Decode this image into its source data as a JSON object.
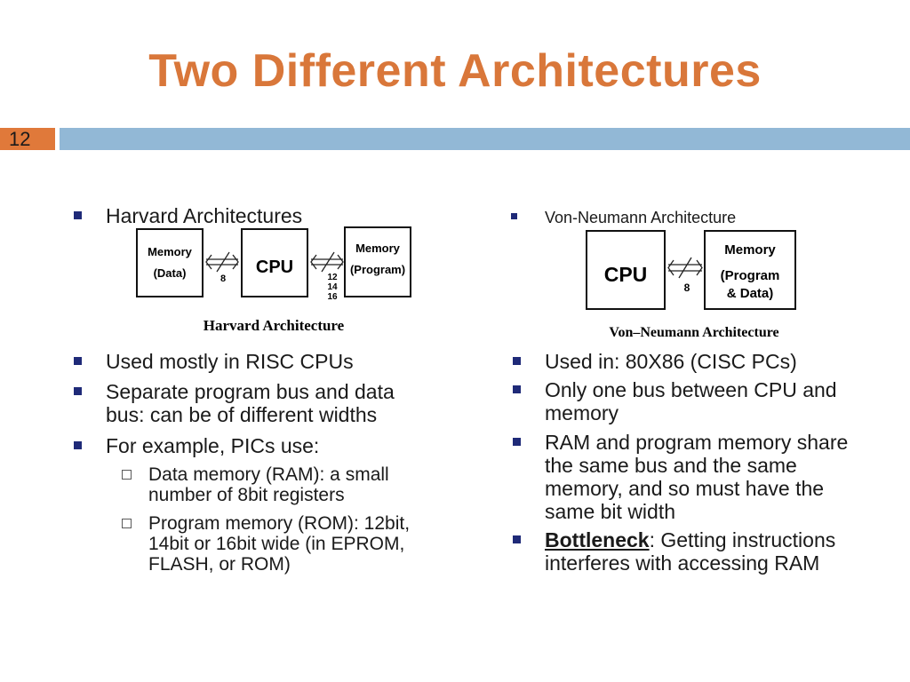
{
  "slide": {
    "title": "Two Different Architectures",
    "number": "12"
  },
  "left": {
    "heading": "Harvard Architectures",
    "diagram": {
      "memory_data_line1": "Memory",
      "memory_data_line2": "(Data)",
      "cpu": "CPU",
      "memory_prog_line1": "Memory",
      "memory_prog_line2": "(Program)",
      "bus_data_width": "8",
      "bus_prog_widths": [
        "12",
        "14",
        "16"
      ],
      "caption": "Harvard Architecture"
    },
    "bullets": [
      "Used mostly in RISC CPUs",
      "Separate program bus and data",
      "bus: can be of different widths",
      "For example, PICs use:"
    ],
    "subbullets": [
      {
        "line1": "Data memory (RAM): a small",
        "line2": "number of 8bit registers"
      },
      {
        "line1": "Program memory (ROM): 12bit,",
        "line2": "14bit or 16bit wide (in EPROM,",
        "line3": "FLASH, or ROM)"
      }
    ]
  },
  "right": {
    "heading": "Von-Neumann Architecture",
    "diagram": {
      "cpu": "CPU",
      "memory_line1": "Memory",
      "memory_line2": "(Program",
      "memory_line3": "& Data)",
      "bus_width": "8",
      "caption": "Von–Neumann Architecture"
    },
    "bullets": {
      "b1": "Used in: 80X86 (CISC PCs)",
      "b2_l1": "Only one bus between CPU and",
      "b2_l2": "memory",
      "b3_l1": "RAM and program memory share",
      "b3_l2": "the same bus and the same",
      "b3_l3": "memory, and so must have the",
      "b3_l4": "same bit width",
      "b4_bold": "Bottleneck",
      "b4_rest": ": Getting instructions",
      "b4_l2": "interferes with accessing RAM"
    }
  },
  "colors": {
    "title": "#d9773a",
    "number_box": "#e0793a",
    "top_bar": "#92b8d6",
    "bullet": "#1f2a78"
  }
}
